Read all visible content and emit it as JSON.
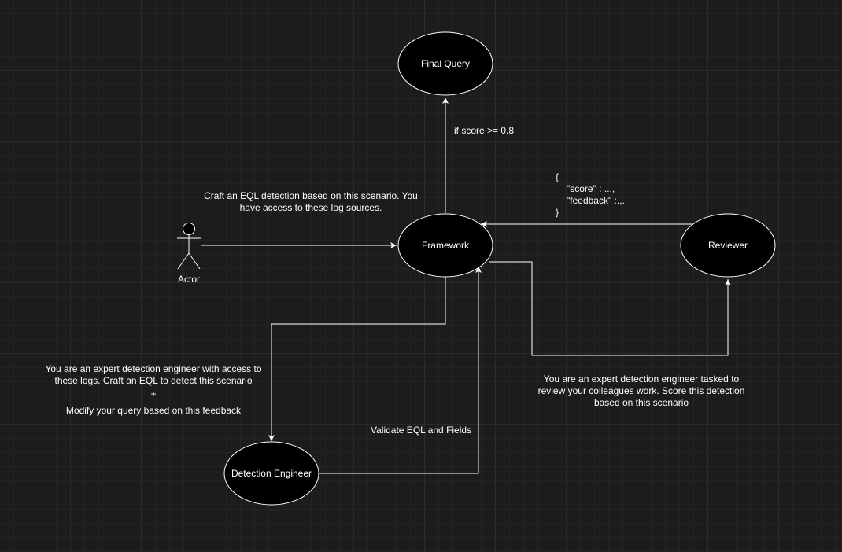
{
  "nodes": {
    "final_query": "Final Query",
    "framework": "Framework",
    "reviewer": "Reviewer",
    "detection_engineer": "Detection Engineer",
    "actor": "Actor"
  },
  "edges": {
    "score_condition": "if score >= 0.8",
    "actor_prompt_line1": "Craft an EQL detection based on this scenario. You",
    "actor_prompt_line2": "have access to these log sources.",
    "json_open": "{",
    "json_score": "\"score\" : ...,",
    "json_feedback": "\"feedback\" :.,.",
    "json_close": "}",
    "engineer_prompt_line1": "You are an expert detection engineer with access to",
    "engineer_prompt_line2": "these logs. Craft an EQL to detect this scenario",
    "engineer_prompt_plus": "+",
    "engineer_prompt_line3": "Modify your query based on this feedback",
    "validate": "Validate EQL and Fields",
    "reviewer_prompt_line1": "You are an expert detection engineer tasked to",
    "reviewer_prompt_line2": "review your colleagues work. Score this detection",
    "reviewer_prompt_line3": "based on this scenario"
  },
  "colors": {
    "background": "#1c1c1c",
    "stroke": "#ffffff",
    "node_fill": "#000000"
  }
}
